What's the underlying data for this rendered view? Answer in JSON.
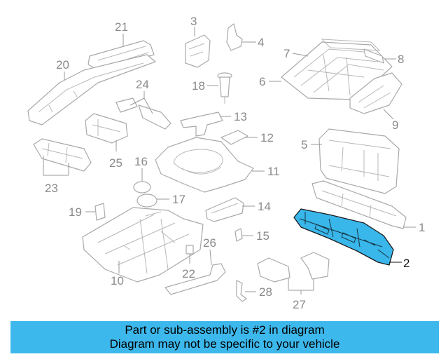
{
  "diagram": {
    "callouts": [
      "1",
      "2",
      "3",
      "4",
      "5",
      "6",
      "7",
      "8",
      "9",
      "10",
      "11",
      "12",
      "13",
      "14",
      "15",
      "16",
      "17",
      "18",
      "19",
      "20",
      "21",
      "22",
      "23",
      "24",
      "25",
      "26",
      "27",
      "28"
    ],
    "highlighted_part": "2"
  },
  "banner": {
    "line1": "Part or sub-assembly is #2 in diagram",
    "line2": "Diagram may not be specific to your vehicle"
  },
  "colors": {
    "banner_bg": "#3db8ec",
    "highlight_fill": "#39b6ea",
    "line_gray": "#a9a9a9",
    "label_gray": "#8a8a8a"
  }
}
